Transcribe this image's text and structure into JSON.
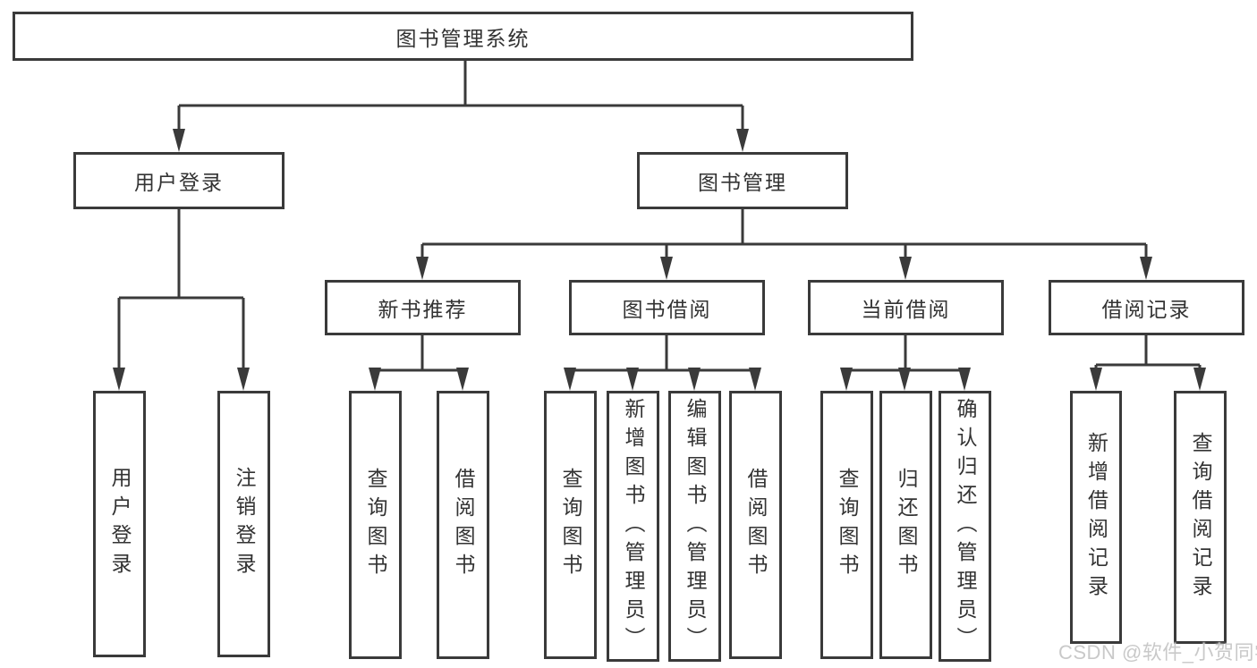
{
  "diagram_type": "hierarchy-tree",
  "tree": {
    "label": "图书管理系统",
    "children": [
      {
        "label": "用户登录",
        "children": [
          {
            "label": "用户登录"
          },
          {
            "label": "注销登录"
          }
        ]
      },
      {
        "label": "图书管理",
        "children": [
          {
            "label": "新书推荐",
            "children": [
              {
                "label": "查询图书"
              },
              {
                "label": "借阅图书"
              }
            ]
          },
          {
            "label": "图书借阅",
            "children": [
              {
                "label": "查询图书"
              },
              {
                "label": "新增图书（管理员）"
              },
              {
                "label": "编辑图书（管理员）"
              },
              {
                "label": "借阅图书"
              }
            ]
          },
          {
            "label": "当前借阅",
            "children": [
              {
                "label": "查询图书"
              },
              {
                "label": "归还图书"
              },
              {
                "label": "确认归还（管理员）"
              }
            ]
          },
          {
            "label": "借阅记录",
            "children": [
              {
                "label": "新增借阅记录"
              },
              {
                "label": "查询借阅记录"
              }
            ]
          }
        ]
      }
    ]
  },
  "watermark": {
    "text": "CSDN @软件_小贺同学"
  },
  "colors": {
    "line": "#3a3a3a",
    "box_border": "#3a3a3a",
    "text": "#333333",
    "background": "#ffffff",
    "watermark": "#c6c6c6"
  }
}
